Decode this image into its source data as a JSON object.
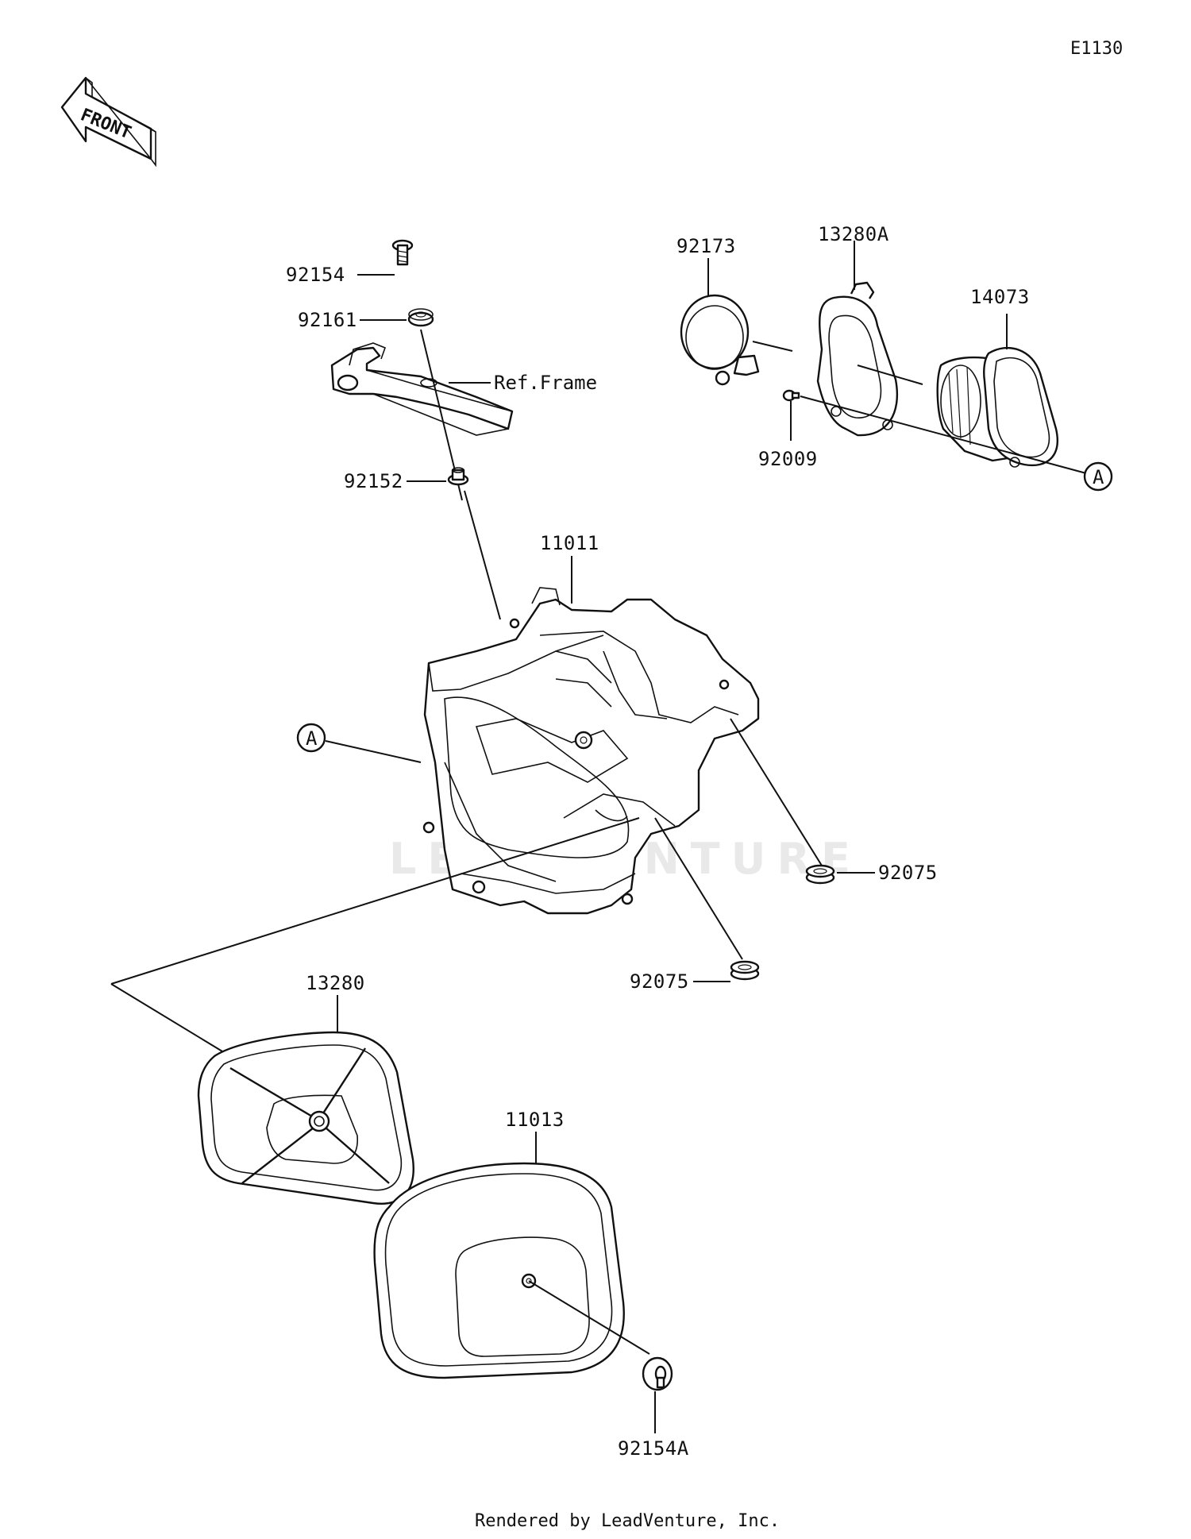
{
  "diagram_id": "E1130",
  "front_label": "FRONT",
  "footer": "Rendered by LeadVenture, Inc.",
  "watermark": "LEADVENTURE",
  "callouts": {
    "p92154": "92154",
    "p92161": "92161",
    "ref_frame": "Ref.Frame",
    "p92152": "92152",
    "p92173": "92173",
    "p13280A": "13280A",
    "p14073": "14073",
    "p92009": "92009",
    "ref_a_right": "A",
    "p11011": "11011",
    "ref_a_left": "A",
    "p92075_right": "92075",
    "p92075_left": "92075",
    "p13280": "13280",
    "p11013": "11013",
    "p92154A": "92154A"
  }
}
